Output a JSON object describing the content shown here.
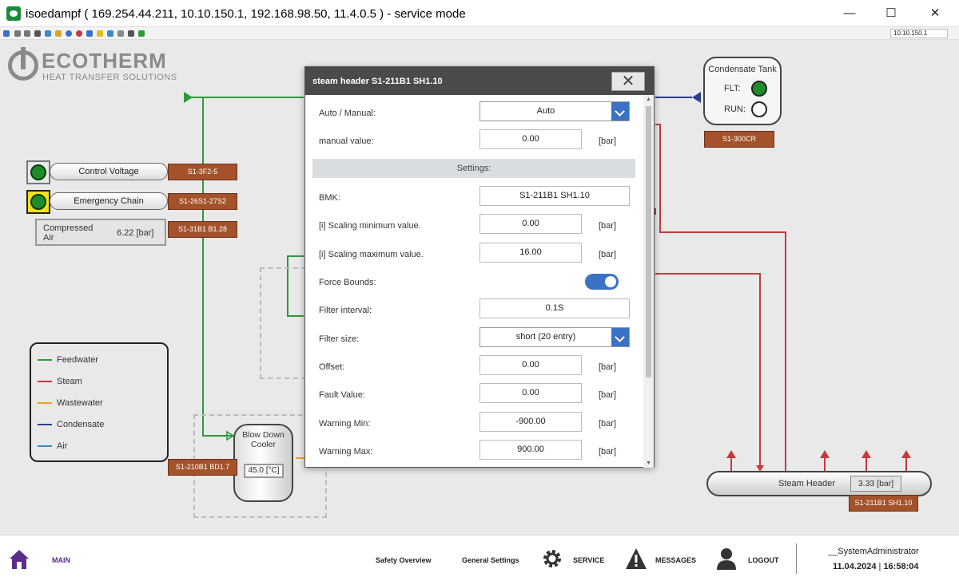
{
  "window": {
    "title": "isoedampf ( 169.254.44.211, 10.10.150.1, 192.168.98.50, 11.4.0.5 ) - service mode",
    "minimize": "—",
    "maximize": "☐",
    "close": "✕",
    "address": "10.10.150.1"
  },
  "logo": {
    "name": "ECOTHERM",
    "tagline": "HEAT TRANSFER SOLUTIONS"
  },
  "status": {
    "control_voltage": {
      "label": "Control Voltage",
      "tag": "S1-3F2-5",
      "color": "#1d8c2a"
    },
    "emergency_chain": {
      "label": "Emergency Chain",
      "tag": "S1-26S1-27S2",
      "color": "#1d8c2a"
    },
    "compressed_air": {
      "label_line1": "Compressed",
      "label_line2": "Air",
      "value": "6.22 [bar]",
      "tag": "S1-31B1 B1.28"
    }
  },
  "legend": [
    {
      "label": "Feedwater",
      "color": "#2d9a3c"
    },
    {
      "label": "Steam",
      "color": "#c43a3a"
    },
    {
      "label": "Wastewater",
      "color": "#f0a020"
    },
    {
      "label": "Condensate",
      "color": "#2a3f8f"
    },
    {
      "label": "Air",
      "color": "#3a88cc"
    }
  ],
  "cooler": {
    "line1": "Blow Down",
    "line2": "Cooler",
    "value": "45.0 [°C]",
    "tag": "S1-210B1 BD1.7"
  },
  "tank": {
    "title": "Condensate Tank",
    "flt_label": "FLT:",
    "run_label": "RUN:",
    "tag": "S1-300CR",
    "flt_color": "#1d8c2a",
    "run_color": "#ffffff"
  },
  "steam_header": {
    "label": "Steam Header",
    "value": "3.33 [bar]",
    "tag": "S1-211B1 SH1.10"
  },
  "dialog": {
    "title": "steam header S1-211B1 SH1.10",
    "close": "✕",
    "auto_manual": {
      "label": "Auto / Manual:",
      "value": "Auto"
    },
    "manual_value": {
      "label": "manual value:",
      "value": "0.00",
      "unit": "[bar]"
    },
    "settings_header": "Settings:",
    "bmk": {
      "label": "BMK:",
      "value": "S1-211B1 SH1.10"
    },
    "scaling_min": {
      "label": "[i] Scaling minimum value.",
      "value": "0.00",
      "unit": "[bar]"
    },
    "scaling_max": {
      "label": "[i] Scaling maximum value.",
      "value": "16.00",
      "unit": "[bar]"
    },
    "force_bounds": {
      "label": "Force Bounds:",
      "on": true
    },
    "filter_interval": {
      "label": "Filter interval:",
      "value": "0.1S"
    },
    "filter_size": {
      "label": "Filter size:",
      "value": "short (20 entry)"
    },
    "offset": {
      "label": "Offset:",
      "value": "0.00",
      "unit": "[bar]"
    },
    "fault_value": {
      "label": "Fault Value:",
      "value": "0.00",
      "unit": "[bar]"
    },
    "warning_min": {
      "label": "Warning Min:",
      "value": "-900.00",
      "unit": "[bar]"
    },
    "warning_max": {
      "label": "Warning Max:",
      "value": "900.00",
      "unit": "[bar]"
    }
  },
  "nav": {
    "main": "MAIN",
    "safety": "Safety Overview",
    "general": "General Settings",
    "service": "SERVICE",
    "messages": "MESSAGES",
    "logout": "LOGOUT",
    "user": "__SystemAdministrator",
    "date": "11.04.2024",
    "time": "16:58:04"
  }
}
